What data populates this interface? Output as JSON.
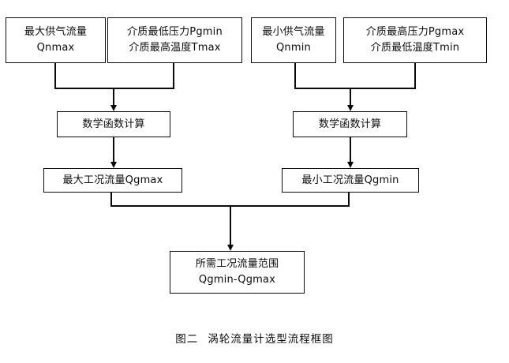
{
  "figure": {
    "caption_label": "图二",
    "caption_title": "涡轮流量计选型流程框图",
    "caption_full": "图二  涡轮流量计选型流程框图",
    "type": "flowchart",
    "stroke_color": "#0b0b0b",
    "background_color": "#ffffff"
  },
  "nodes": {
    "qnmax": {
      "line1": "最大供气流量",
      "line2": "Qnmax"
    },
    "pgmin_tmax": {
      "line1": "介质最低压力Pgmin",
      "line2": "介质最高温度Tmax"
    },
    "qnmin": {
      "line1": "最小供气流量",
      "line2": "Qnmin"
    },
    "pgmax_tmin": {
      "line1": "介质最高压力Pgmax",
      "line2": "介质最低温度Tmin"
    },
    "math_left": {
      "line1": "数学函数计算"
    },
    "math_right": {
      "line1": "数学函数计算"
    },
    "qgmax": {
      "line1": "最大工况流量Qgmax"
    },
    "qgmin": {
      "line1": "最小工况流量Qgmin"
    },
    "result": {
      "line1": "所需工况流量范围",
      "line2": "Qgmin-Qgmax"
    }
  },
  "edges": [
    {
      "id": "qnmax-to-math-left",
      "from": "qnmax",
      "to": "math_left",
      "arrow": true
    },
    {
      "id": "pgmin-tmax-to-math-left",
      "from": "pgmin_tmax",
      "to": "math_left",
      "arrow": true
    },
    {
      "id": "math-left-to-qgmax",
      "from": "math_left",
      "to": "qgmax",
      "arrow": true
    },
    {
      "id": "qnmin-to-math-right",
      "from": "qnmin",
      "to": "math_right",
      "arrow": true
    },
    {
      "id": "pgmax-tmin-to-math-right",
      "from": "pgmax_tmin",
      "to": "math_right",
      "arrow": true
    },
    {
      "id": "math-right-to-qgmin",
      "from": "math_right",
      "to": "qgmin",
      "arrow": true
    },
    {
      "id": "qgmax-to-result",
      "from": "qgmax",
      "to": "result",
      "arrow": true
    },
    {
      "id": "qgmin-to-result",
      "from": "qgmin",
      "to": "result",
      "arrow": true
    }
  ]
}
